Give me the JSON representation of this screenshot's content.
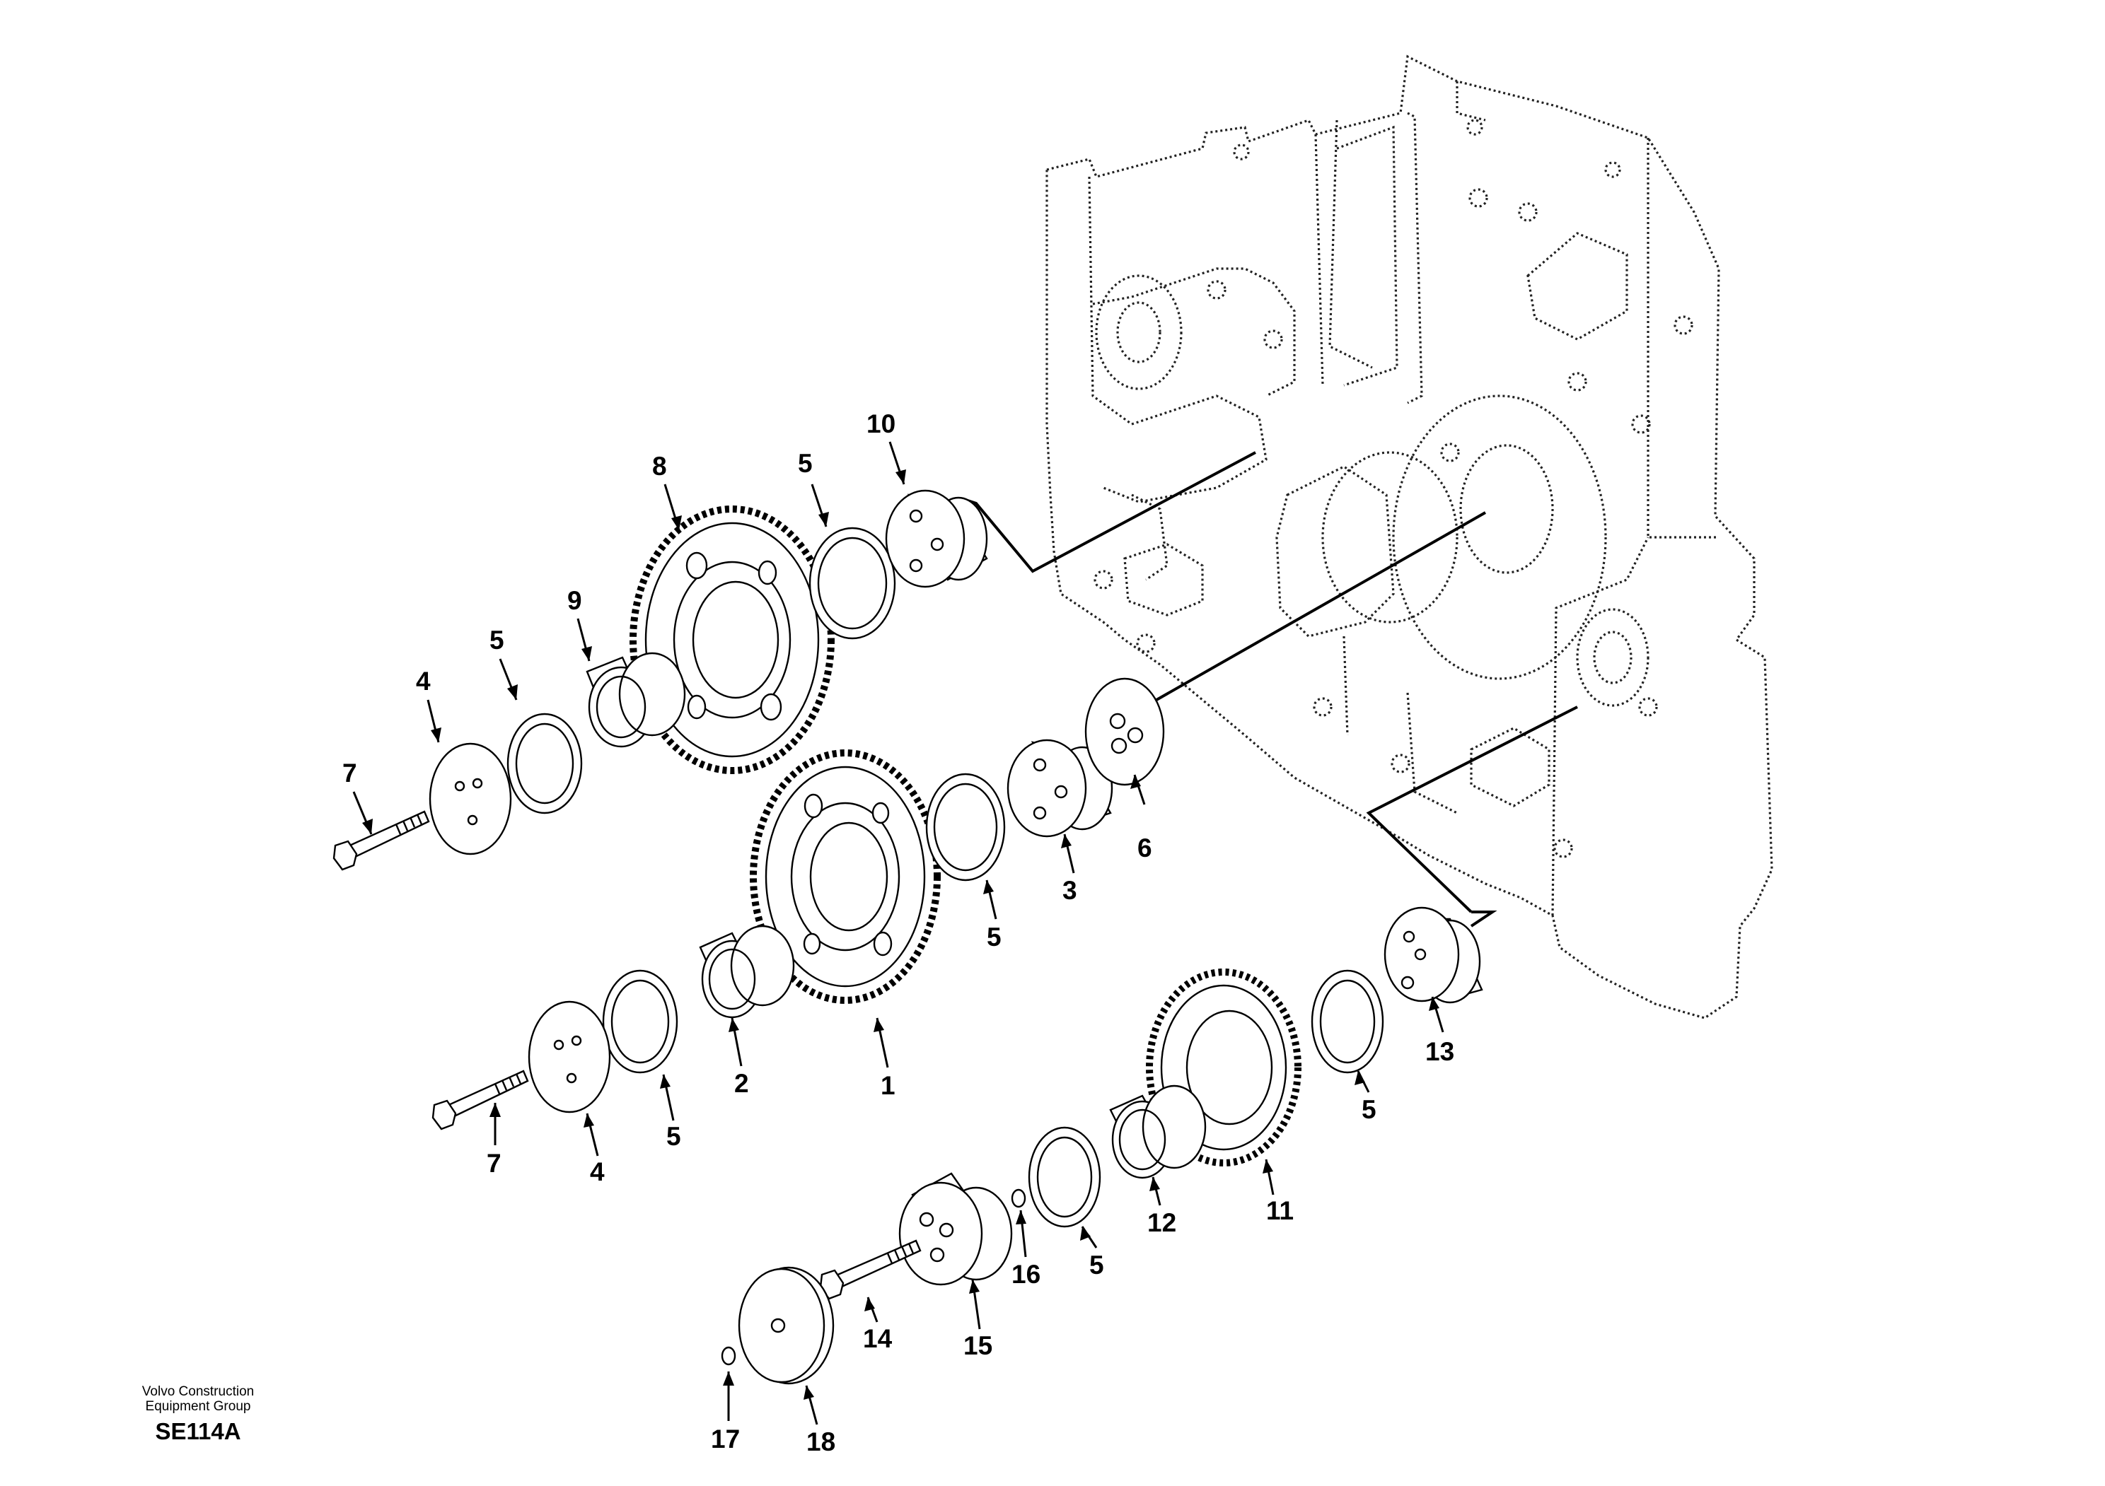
{
  "diagram": {
    "callouts": [
      "10",
      "8",
      "5",
      "5",
      "9",
      "4",
      "7",
      "1",
      "2",
      "3",
      "5",
      "6",
      "5",
      "4",
      "5",
      "7",
      "13",
      "11",
      "12",
      "5",
      "16",
      "14",
      "15",
      "5",
      "17",
      "18"
    ]
  },
  "footer": {
    "line1": "Volvo Construction",
    "line2": "Equipment Group",
    "code": "SE114A"
  }
}
